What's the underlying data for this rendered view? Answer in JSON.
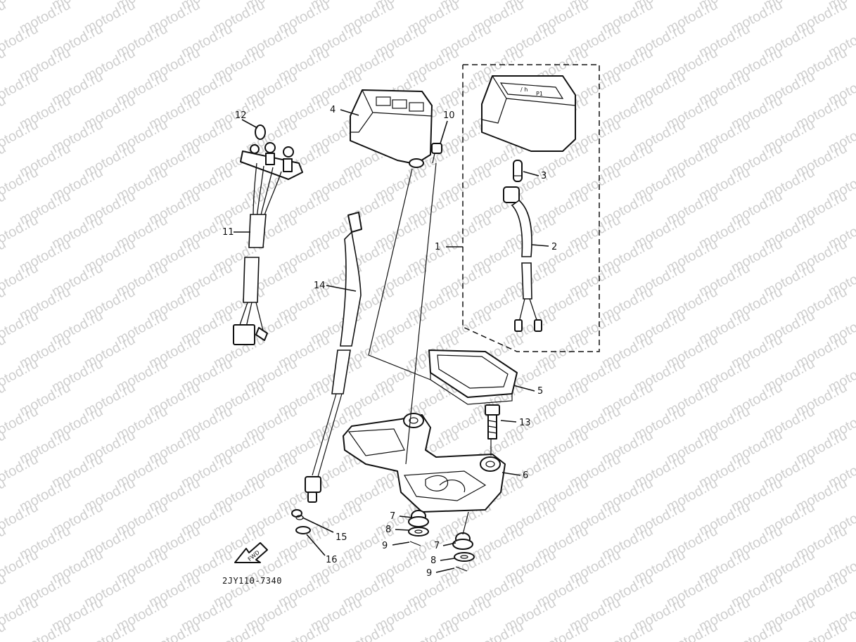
{
  "watermark": {
    "text": "motod.ru"
  },
  "diagram": {
    "code": "2JY110-7340",
    "fwd_label": "FWD",
    "callouts": [
      {
        "id": "c1",
        "label": "1"
      },
      {
        "id": "c2",
        "label": "2"
      },
      {
        "id": "c3",
        "label": "3"
      },
      {
        "id": "c4",
        "label": "4"
      },
      {
        "id": "c5",
        "label": "5"
      },
      {
        "id": "c6",
        "label": "6"
      },
      {
        "id": "c7a",
        "label": "7"
      },
      {
        "id": "c7b",
        "label": "7"
      },
      {
        "id": "c8a",
        "label": "8"
      },
      {
        "id": "c8b",
        "label": "8"
      },
      {
        "id": "c9a",
        "label": "9"
      },
      {
        "id": "c9b",
        "label": "9"
      },
      {
        "id": "c10",
        "label": "10"
      },
      {
        "id": "c11",
        "label": "11"
      },
      {
        "id": "c12",
        "label": "12"
      },
      {
        "id": "c13",
        "label": "13"
      },
      {
        "id": "c14",
        "label": "14"
      },
      {
        "id": "c15",
        "label": "15"
      },
      {
        "id": "c16",
        "label": "16"
      }
    ]
  }
}
